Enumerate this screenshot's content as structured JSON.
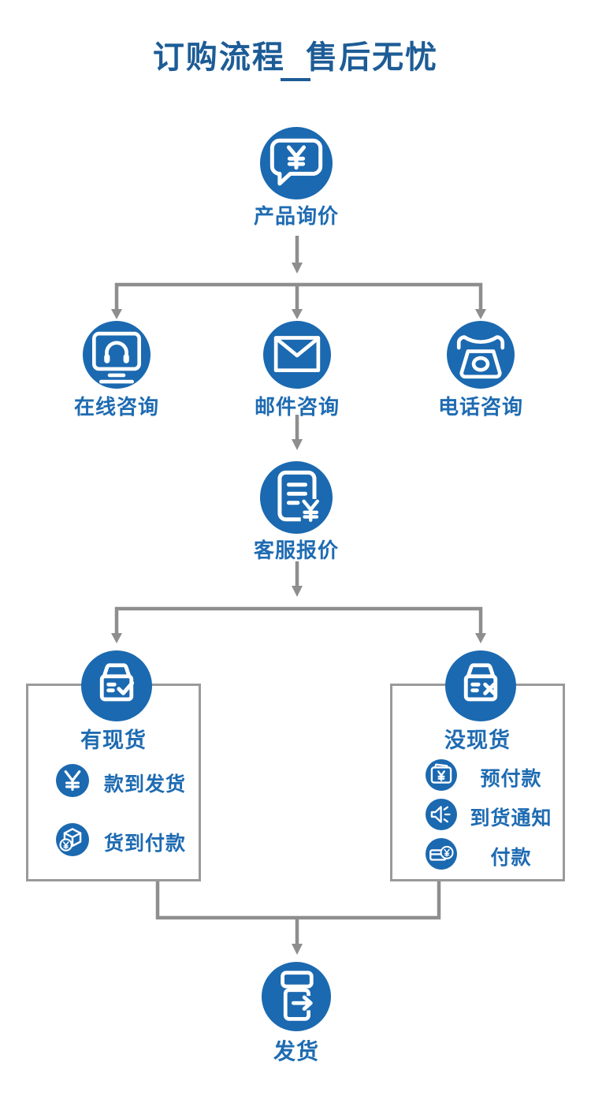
{
  "title": "订购流程  售后无忧",
  "theme": {
    "accent_blue": "#1b69b0",
    "title_blue": "#1d5c96",
    "label_blue": "#1e6bb2",
    "connector_gray": "#8e8e8e",
    "box_border_gray": "#9a9a9a"
  },
  "flow": {
    "step1": {
      "label": "产品询价",
      "icon": "chat-bubble-yuan-icon"
    },
    "contact_options": [
      {
        "label": "在线咨询",
        "icon": "monitor-headset-icon"
      },
      {
        "label": "邮件咨询",
        "icon": "envelope-icon"
      },
      {
        "label": "电话咨询",
        "icon": "telephone-icon"
      }
    ],
    "step2": {
      "label": "客服报价",
      "icon": "quote-document-yuan-icon"
    },
    "branches": [
      {
        "label": "有现货",
        "icon": "box-check-icon",
        "items": [
          {
            "label": "款到发货",
            "icon": "yuan-coin-icon"
          },
          {
            "label": "货到付款",
            "icon": "parcel-yuan-icon"
          }
        ]
      },
      {
        "label": "没现货",
        "icon": "box-cross-icon",
        "items": [
          {
            "label": "预付款",
            "icon": "wallet-yuan-icon"
          },
          {
            "label": "到货通知",
            "icon": "speaker-icon"
          },
          {
            "label": "付款",
            "icon": "payment-yuan-icon"
          }
        ]
      }
    ],
    "final": {
      "label": "发货",
      "icon": "shipping-box-arrow-icon"
    }
  }
}
